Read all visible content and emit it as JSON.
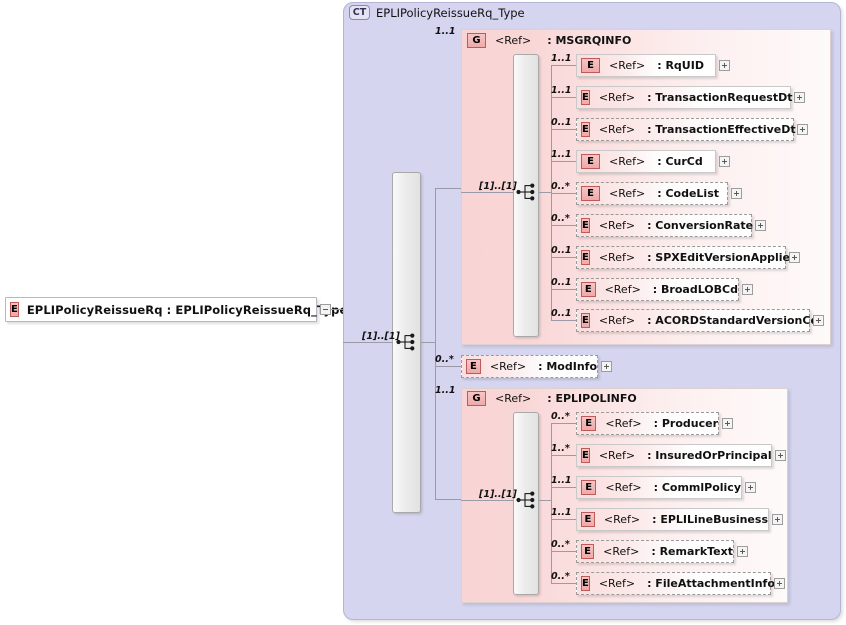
{
  "diagram": {
    "root": {
      "badge": "E",
      "label": "EPLIPolicyReissueRq : EPLIPolicyReissueRq_Type",
      "expander": "minus"
    },
    "container": {
      "badge": "CT",
      "title": "EPLIPolicyReissueRq_Type",
      "sequence_occurrence": "[1]..[1]",
      "compositor": "sequence-icon"
    },
    "branches": [
      {
        "kind": "group",
        "occurrence": "1..1",
        "badge": "G",
        "ref": "<Ref>",
        "name": ": MSGRQINFO",
        "sequence_occurrence": "[1]..[1]",
        "children": [
          {
            "occurrence": "1..1",
            "badge": "E",
            "ref": "<Ref>",
            "name": ": RqUID",
            "required": true,
            "expander": "plus"
          },
          {
            "occurrence": "1..1",
            "badge": "E",
            "ref": "<Ref>",
            "name": ": TransactionRequestDt",
            "required": true,
            "expander": "plus"
          },
          {
            "occurrence": "0..1",
            "badge": "E",
            "ref": "<Ref>",
            "name": ": TransactionEffectiveDt",
            "required": false,
            "expander": "plus"
          },
          {
            "occurrence": "1..1",
            "badge": "E",
            "ref": "<Ref>",
            "name": ": CurCd",
            "required": true,
            "expander": "plus"
          },
          {
            "occurrence": "0..*",
            "badge": "E",
            "ref": "<Ref>",
            "name": ": CodeList",
            "required": false,
            "expander": "plus"
          },
          {
            "occurrence": "0..*",
            "badge": "E",
            "ref": "<Ref>",
            "name": ": ConversionRate",
            "required": false,
            "expander": "plus"
          },
          {
            "occurrence": "0..1",
            "badge": "E",
            "ref": "<Ref>",
            "name": ": SPXEditVersionApplied",
            "required": false,
            "expander": "plus"
          },
          {
            "occurrence": "0..1",
            "badge": "E",
            "ref": "<Ref>",
            "name": ": BroadLOBCd",
            "required": false,
            "expander": "plus"
          },
          {
            "occurrence": "0..1",
            "badge": "E",
            "ref": "<Ref>",
            "name": ": ACORDStandardVersionCd",
            "required": false,
            "expander": "plus"
          }
        ]
      },
      {
        "kind": "element",
        "occurrence": "0..*",
        "badge": "E",
        "ref": "<Ref>",
        "name": ": ModInfo",
        "required": false,
        "expander": "plus"
      },
      {
        "kind": "group",
        "occurrence": "1..1",
        "badge": "G",
        "ref": "<Ref>",
        "name": ": EPLIPOLINFO",
        "sequence_occurrence": "[1]..[1]",
        "children": [
          {
            "occurrence": "0..*",
            "badge": "E",
            "ref": "<Ref>",
            "name": ": Producer",
            "required": false,
            "expander": "plus"
          },
          {
            "occurrence": "1..*",
            "badge": "E",
            "ref": "<Ref>",
            "name": ": InsuredOrPrincipal",
            "required": true,
            "expander": "plus"
          },
          {
            "occurrence": "1..1",
            "badge": "E",
            "ref": "<Ref>",
            "name": ": CommlPolicy",
            "required": true,
            "expander": "plus"
          },
          {
            "occurrence": "1..1",
            "badge": "E",
            "ref": "<Ref>",
            "name": ": EPLILineBusiness",
            "required": true,
            "expander": "plus"
          },
          {
            "occurrence": "0..*",
            "badge": "E",
            "ref": "<Ref>",
            "name": ": RemarkText",
            "required": false,
            "expander": "plus"
          },
          {
            "occurrence": "0..*",
            "badge": "E",
            "ref": "<Ref>",
            "name": ": FileAttachmentInfo",
            "required": false,
            "expander": "plus"
          }
        ]
      }
    ],
    "colors": {
      "container_fill": "#d5d5f0",
      "group_fill": "#f9d4d4",
      "node_fill": "#fbdede",
      "badge_border": "#c05a5a",
      "line": "#9a9aa8"
    }
  }
}
